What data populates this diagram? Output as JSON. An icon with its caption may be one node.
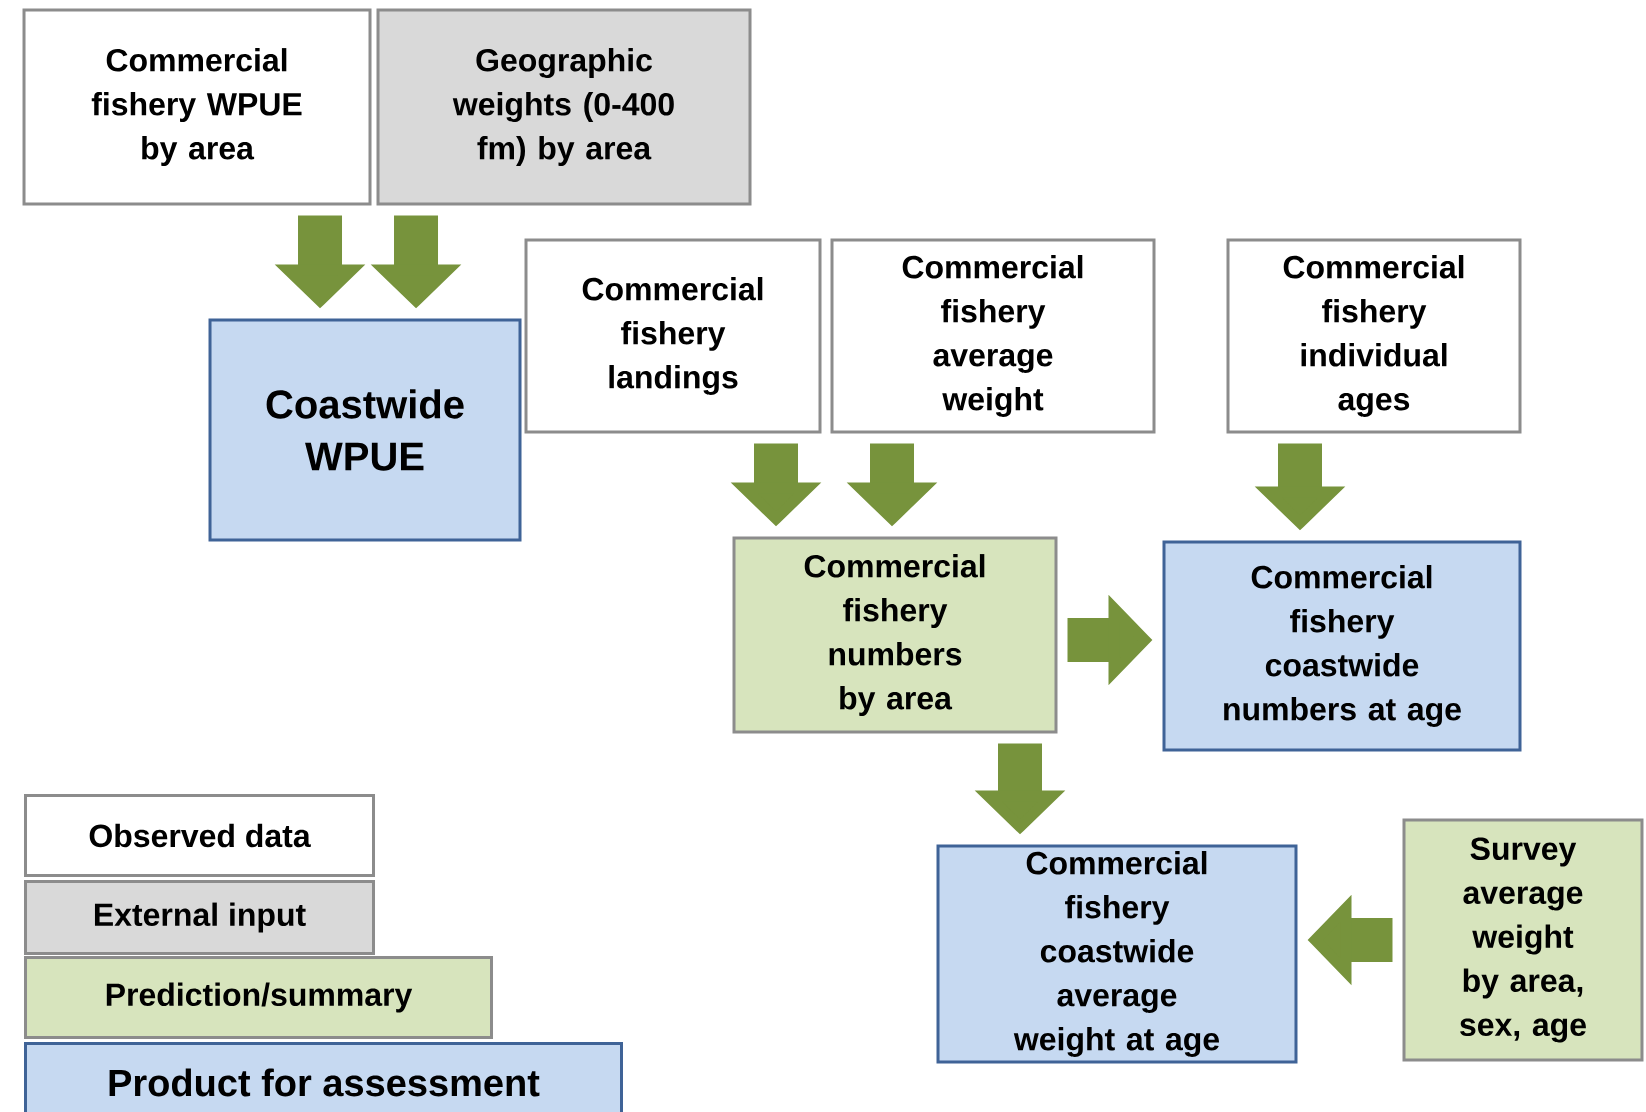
{
  "diagram": {
    "nodes": [
      {
        "text": [
          "Commercial fishery WPUE by area"
        ]
      },
      {
        "text": [
          "Geographic weights (0-400 fm) by area"
        ]
      },
      {
        "text": [
          "Coastwide WPUE"
        ]
      },
      {
        "text": [
          "Commercial fishery landings"
        ]
      },
      {
        "text": [
          "Commercial fishery average weight"
        ]
      },
      {
        "text": [
          "Commercial fishery individual ages"
        ]
      },
      {
        "text": [
          "Commercial fishery numbers by area"
        ]
      },
      {
        "text": [
          "Commercial fishery coastwide numbers at age"
        ]
      },
      {
        "text": [
          "Commercial fishery coastwide average weight at age"
        ]
      },
      {
        "text": [
          "Survey average weight by area, sex, age"
        ]
      }
    ],
    "edges": [
      {
        "from": 0,
        "to": 2,
        "arrow": "to"
      },
      {
        "from": 1,
        "to": 2,
        "arrow": "to"
      },
      {
        "from": 3,
        "to": 6,
        "arrow": "to"
      },
      {
        "from": 4,
        "to": 6,
        "arrow": "to"
      },
      {
        "from": 5,
        "to": 7,
        "arrow": "to"
      },
      {
        "from": 6,
        "to": 7,
        "arrow": "to"
      },
      {
        "from": 6,
        "to": 8,
        "arrow": "to"
      },
      {
        "from": 9,
        "to": 8,
        "arrow": "to"
      }
    ],
    "legend": [
      {
        "text": "Observed data"
      },
      {
        "text": "External input",
        "color": "#d9d9d9"
      },
      {
        "text": "Prediction/summary",
        "color": "#d7e4bd"
      },
      {
        "text": "Product for assessment",
        "color": "#c6d9f1"
      }
    ]
  }
}
